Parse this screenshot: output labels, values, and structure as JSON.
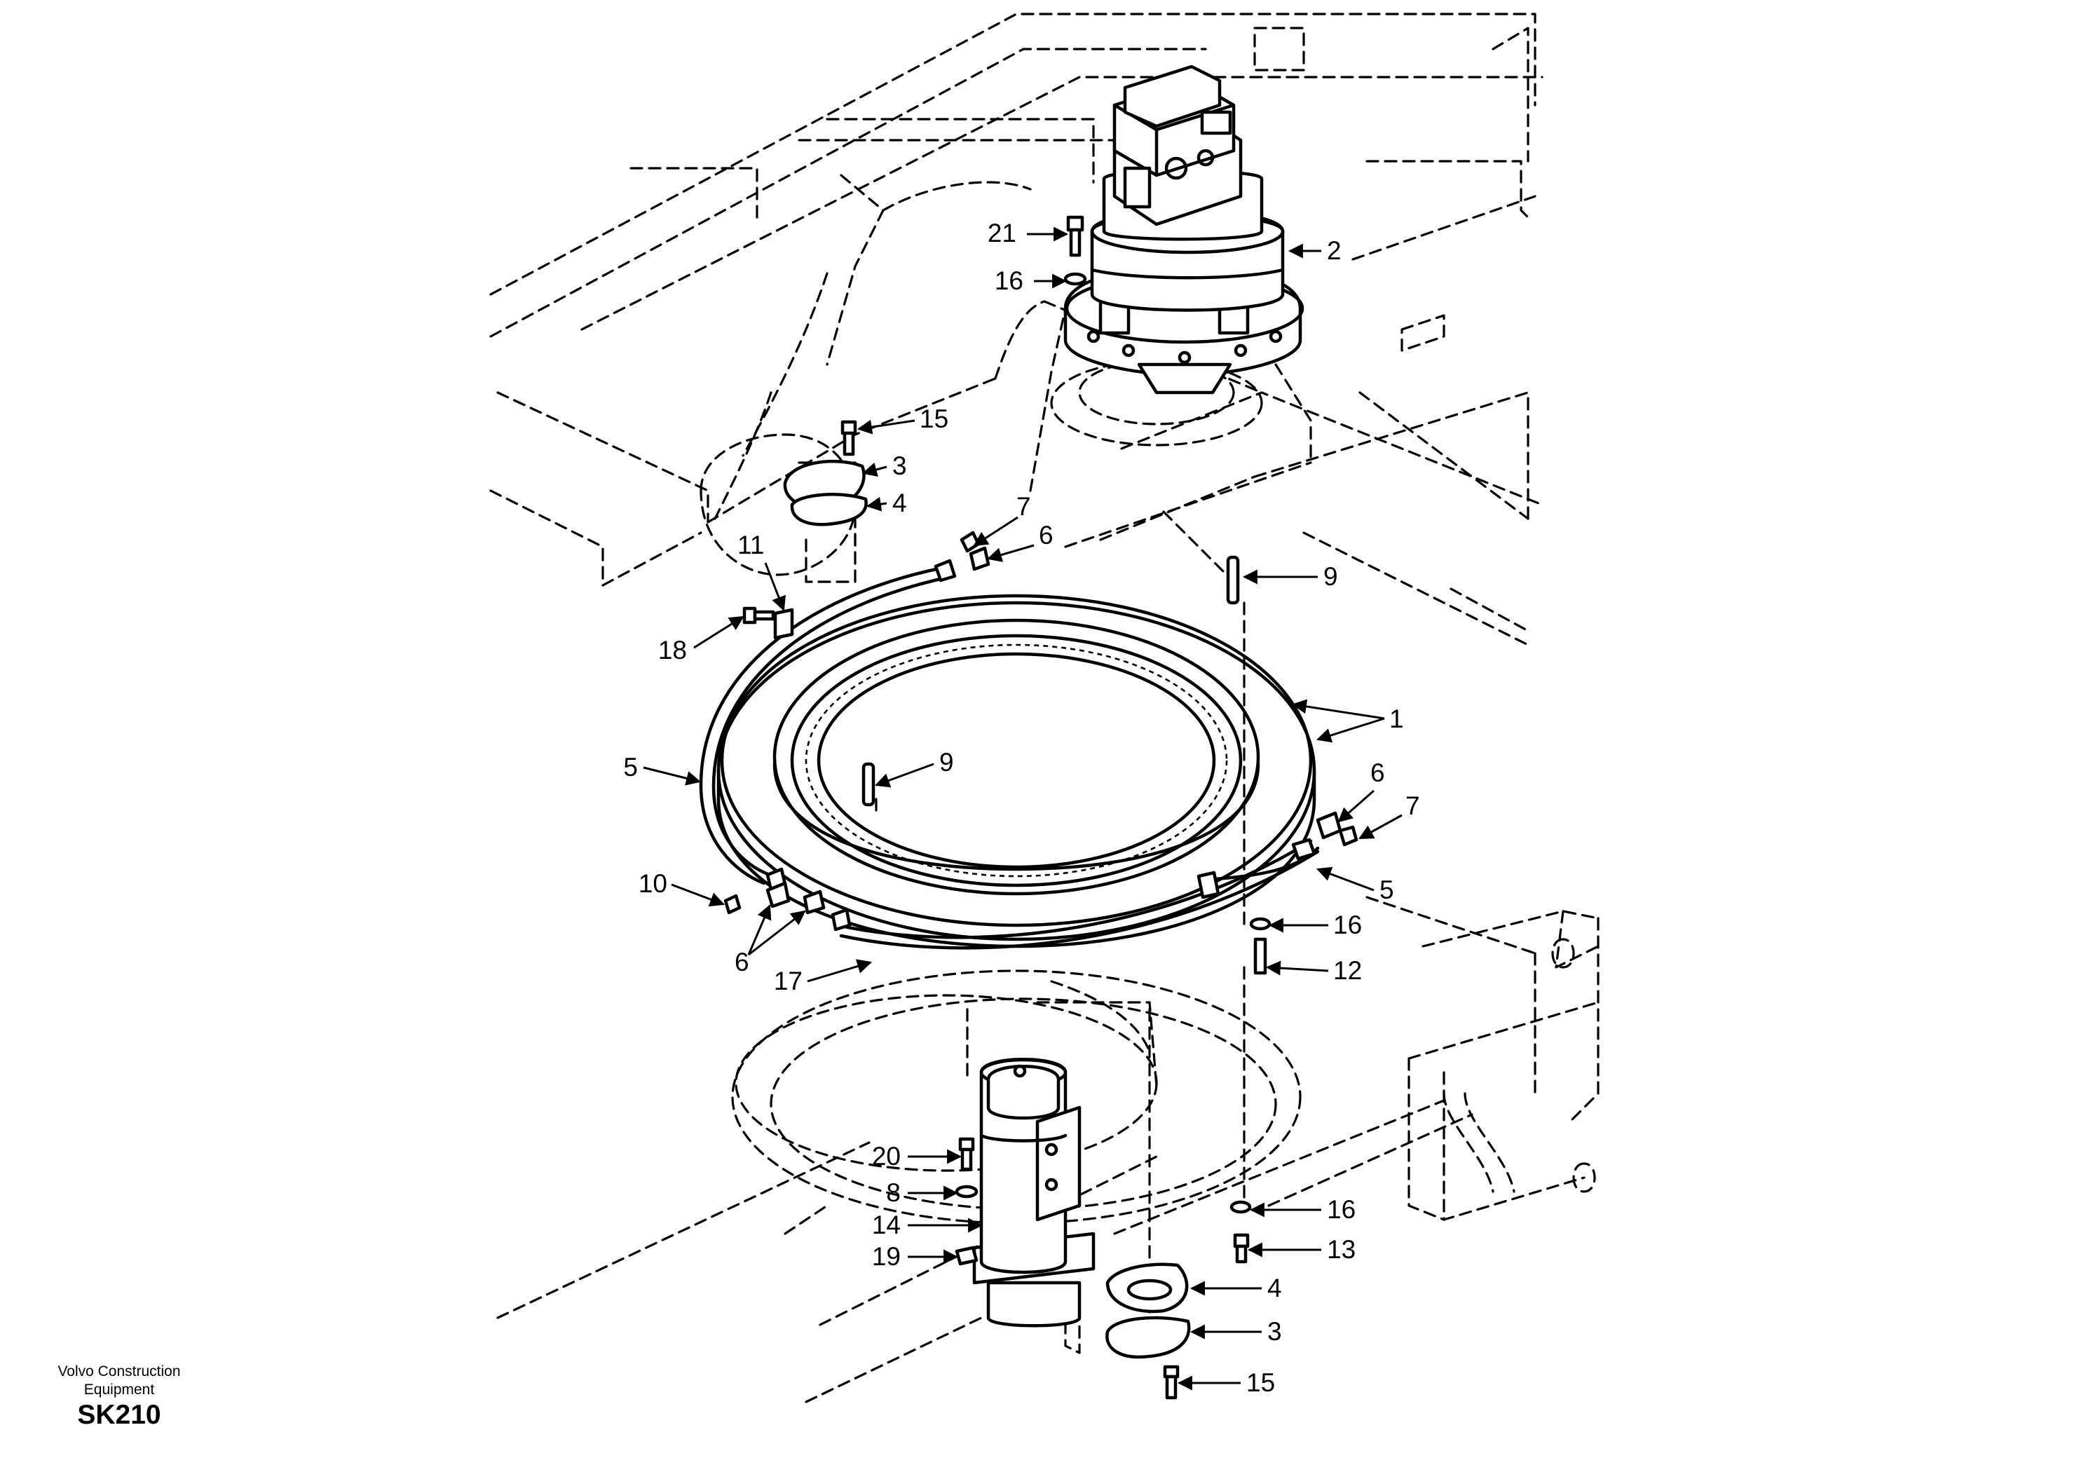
{
  "diagram": {
    "callouts": [
      "1",
      "2",
      "3",
      "4",
      "5",
      "6",
      "7",
      "8",
      "9",
      "10",
      "11",
      "12",
      "13",
      "14",
      "15",
      "16",
      "17",
      "18",
      "19",
      "20",
      "21"
    ]
  },
  "footer": {
    "org_line1": "Volvo Construction",
    "org_line2": "Equipment",
    "code": "SK210"
  }
}
